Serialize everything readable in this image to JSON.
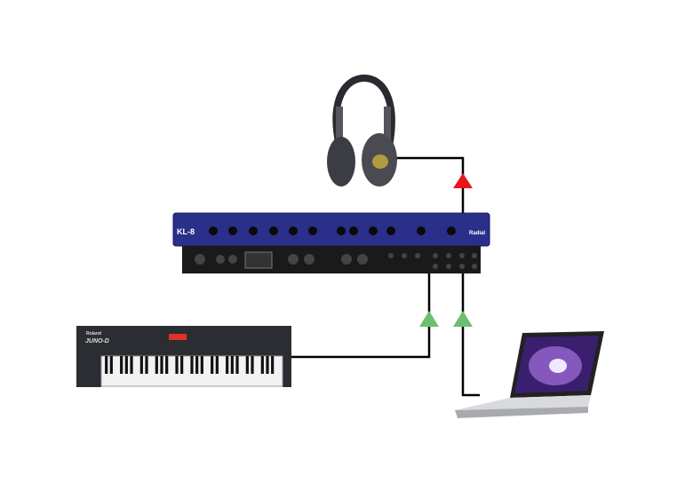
{
  "devices": {
    "headphones": {
      "name": "headphones"
    },
    "mixer": {
      "model_label": "KL-8",
      "brand_label": "Radial"
    },
    "keyboard": {
      "brand_label": "Roland",
      "model_label": "JUNO-D"
    },
    "laptop": {
      "name": "laptop"
    }
  },
  "connections": [
    {
      "from": "mixer",
      "to": "headphones",
      "direction": "output",
      "color": "#e8141c"
    },
    {
      "from": "keyboard",
      "to": "mixer",
      "direction": "input",
      "color": "#6cbf6e"
    },
    {
      "from": "laptop",
      "to": "mixer",
      "direction": "input",
      "color": "#6cbf6e"
    }
  ],
  "colors": {
    "cable": "#000000",
    "output_arrow": "#e8141c",
    "input_arrow": "#6cbf6e",
    "mixer_front": "#2a2f8a"
  }
}
